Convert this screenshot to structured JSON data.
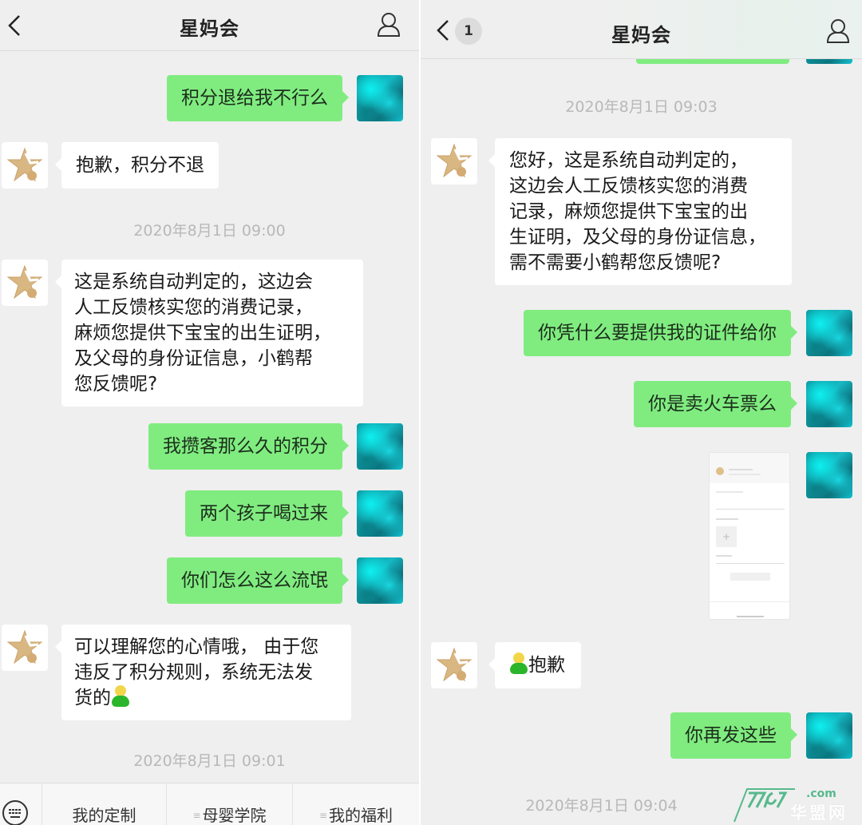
{
  "left_panel": {
    "header": {
      "title": "星妈会"
    },
    "messages": [
      {
        "side": "out",
        "text": "积分退给我不行么"
      },
      {
        "side": "in",
        "text": "抱歉，积分不退"
      },
      {
        "type": "timestamp",
        "text": "2020年8月1日 09:00"
      },
      {
        "side": "in",
        "lines": [
          "这是系统自动判定的，这边会",
          "人工反馈核实您的消费记录，",
          "麻烦您提供下宝宝的出生证明，",
          "及父母的身份证信息，小鹤帮",
          "您反馈呢?"
        ]
      },
      {
        "side": "out",
        "text": "我攒客那么久的积分"
      },
      {
        "side": "out",
        "text": "两个孩子喝过来"
      },
      {
        "side": "out",
        "text": "你们怎么这么流氓"
      },
      {
        "side": "in",
        "lines": [
          "可以理解您的心情哦， 由于您",
          "违反了积分规则，系统无法发",
          "货的"
        ],
        "emoji": "smiley-person-emoji"
      },
      {
        "type": "timestamp",
        "text": "2020年8月1日 09:01"
      }
    ],
    "bottom_menu": {
      "items": [
        {
          "label": "我的定制"
        },
        {
          "label": "母婴学院"
        },
        {
          "label": "我的福利"
        }
      ]
    }
  },
  "right_panel": {
    "header": {
      "title": "星妈会",
      "unread_badge": "1"
    },
    "messages": [
      {
        "type": "timestamp",
        "text": "2020年8月1日 09:03"
      },
      {
        "side": "in",
        "lines": [
          "您好，这是系统自动判定的，",
          "这边会人工反馈核实您的消费",
          "记录，麻烦您提供下宝宝的出",
          "生证明，及父母的身份证信息，",
          "需不需要小鹤帮您反馈呢?"
        ]
      },
      {
        "side": "out",
        "text": "你凭什么要提供我的证件给你"
      },
      {
        "side": "out",
        "text": "你是卖火车票么"
      },
      {
        "side": "out",
        "type": "image",
        "description": "screenshot-thumbnail"
      },
      {
        "side": "in",
        "text": "抱歉",
        "emoji": "smiley-person-emoji"
      },
      {
        "side": "out",
        "text": "你再发这些"
      },
      {
        "type": "timestamp",
        "text": "2020年8月1日 09:04"
      }
    ]
  },
  "watermark": {
    "logo": "77ky",
    "domain": ".com",
    "name": "华盟网"
  },
  "colors": {
    "chat_bg": "#efefef",
    "outgoing_bubble": "#80ec80",
    "incoming_bubble": "#ffffff",
    "timestamp_text": "#b8b8b8",
    "bot_avatar_gold": "#d4b07a",
    "watermark_green": "#56b98c"
  }
}
